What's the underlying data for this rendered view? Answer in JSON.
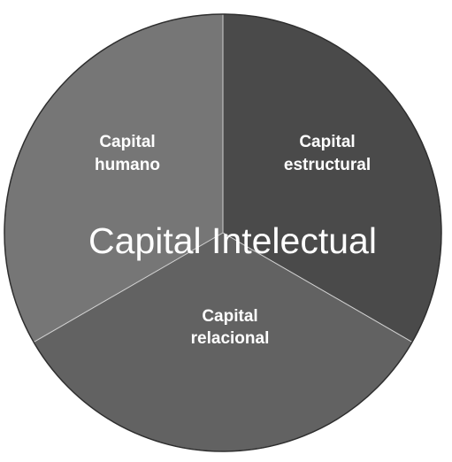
{
  "diagram": {
    "center_title": "Capital Intelectual",
    "segments": [
      {
        "line1": "Capital",
        "line2": "estructural",
        "color": "#4a4a4a"
      },
      {
        "line1": "Capital",
        "line2": "relacional",
        "color": "#626262"
      },
      {
        "line1": "Capital",
        "line2": "humano",
        "color": "#767676"
      }
    ],
    "outline_color": "#2e2e2e"
  }
}
